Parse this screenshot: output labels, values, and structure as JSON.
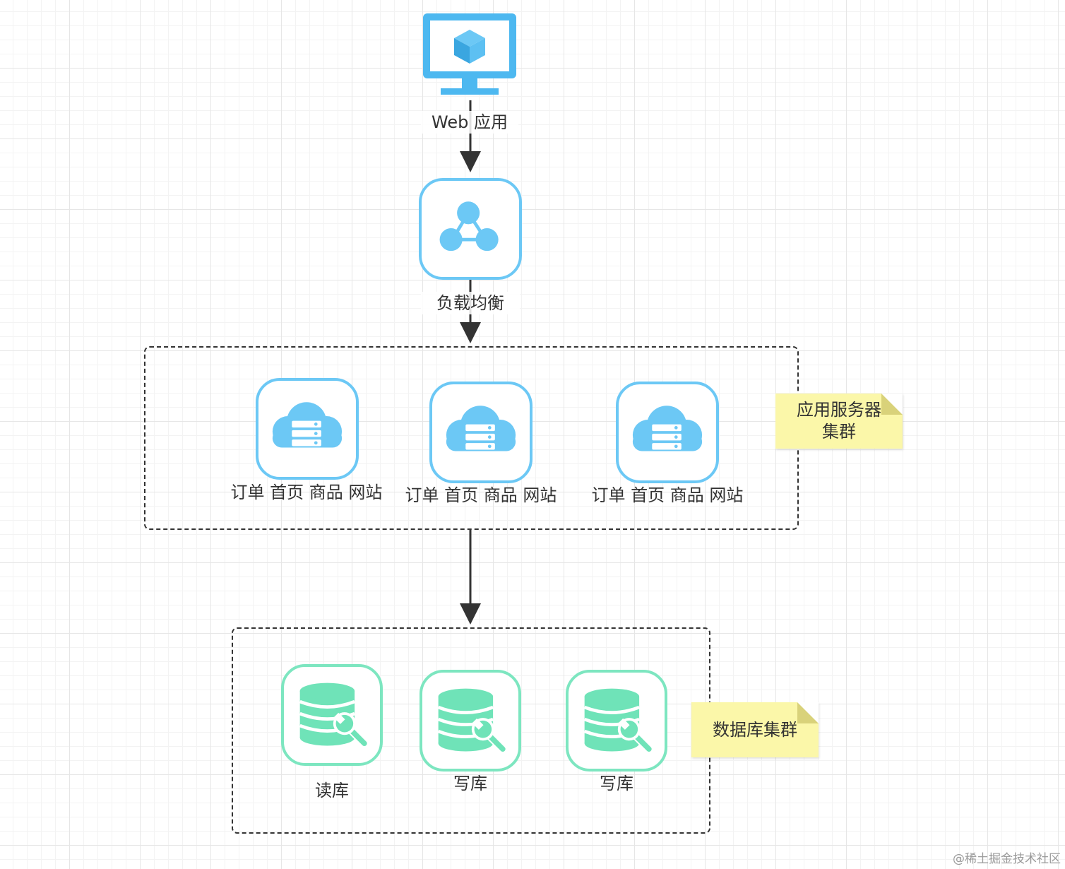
{
  "nodes": {
    "web": {
      "label": "Web 应用",
      "icon": "monitor-cube-icon"
    },
    "lb": {
      "label": "负载均衡",
      "icon": "load-balancer-icon"
    },
    "servers": [
      {
        "label": "订单 首页 商品 网站",
        "icon": "cloud-server-icon"
      },
      {
        "label": "订单 首页 商品 网站",
        "icon": "cloud-server-icon"
      },
      {
        "label": "订单 首页 商品 网站",
        "icon": "cloud-server-icon"
      }
    ],
    "databases": [
      {
        "label": "读库",
        "icon": "database-wrench-icon"
      },
      {
        "label": "写库",
        "icon": "database-wrench-icon"
      },
      {
        "label": "写库",
        "icon": "database-wrench-icon"
      }
    ]
  },
  "notes": {
    "app_cluster": "应用服务器集群",
    "db_cluster": "数据库集群"
  },
  "watermark": "@稀土掘金技术社区",
  "colors": {
    "blue": "#4db8f0",
    "blue_light": "#6cc8f5",
    "green": "#6fe3b8",
    "green_border": "#7de6c0",
    "note": "#fbf7a9",
    "edge": "#333333"
  }
}
